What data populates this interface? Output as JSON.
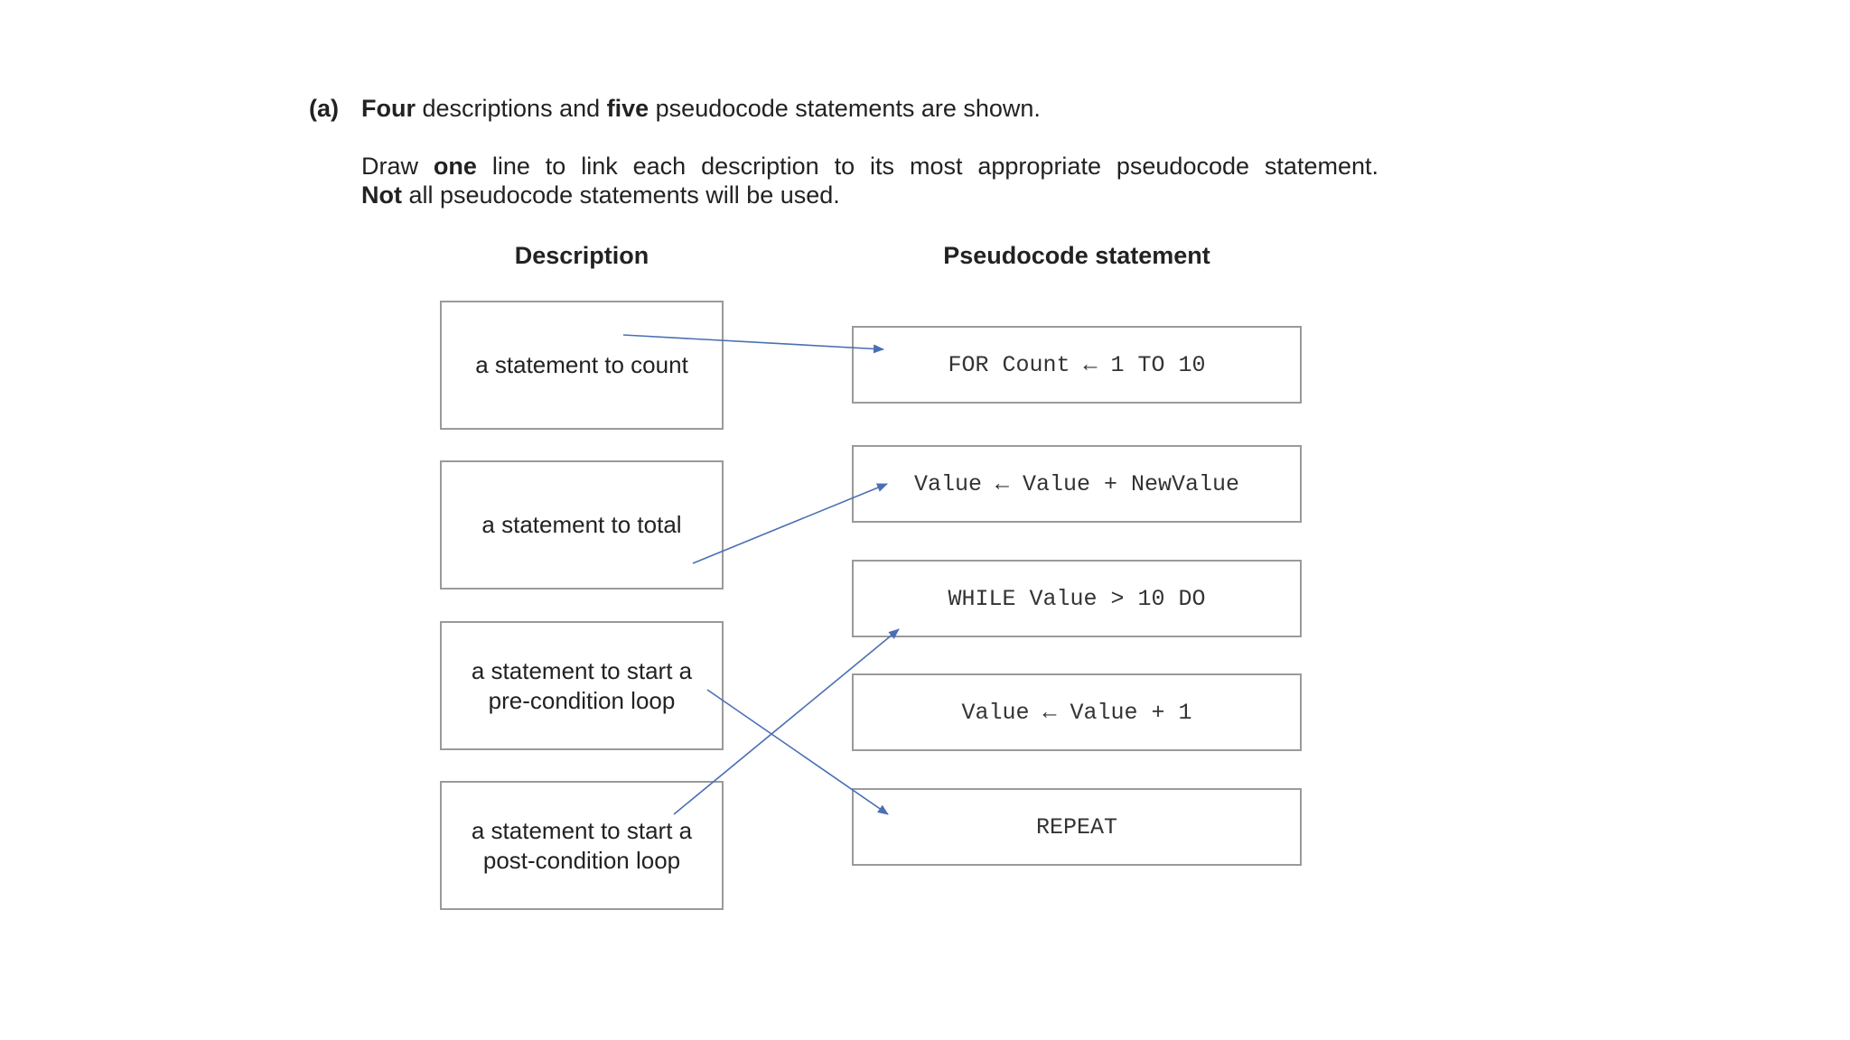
{
  "question": {
    "label": "(a)",
    "intro_bold_1": "Four",
    "intro_mid": " descriptions and ",
    "intro_bold_2": "five",
    "intro_end": " pseudocode statements are shown.",
    "instr_start": "Draw ",
    "instr_bold": "one",
    "instr_end": " line to link each description to its most appropriate pseudocode statement.",
    "note_bold": "Not",
    "note_end": " all pseudocode statements will be used."
  },
  "headings": {
    "description": "Description",
    "pseudocode": "Pseudocode statement"
  },
  "descriptions": [
    {
      "text": "a statement to count"
    },
    {
      "text": "a statement to total"
    },
    {
      "text": "a statement to start a pre-condition loop"
    },
    {
      "text": "a statement to start a post-condition loop"
    }
  ],
  "statements": [
    {
      "text": "FOR Count ← 1 TO 10"
    },
    {
      "text": "Value ← Value + NewValue"
    },
    {
      "text": "WHILE Value > 10 DO"
    },
    {
      "text": "Value ← Value + 1"
    },
    {
      "text": "REPEAT"
    }
  ],
  "colors": {
    "link_line": "#4a6fb5",
    "box_border": "#9a9a9a"
  }
}
